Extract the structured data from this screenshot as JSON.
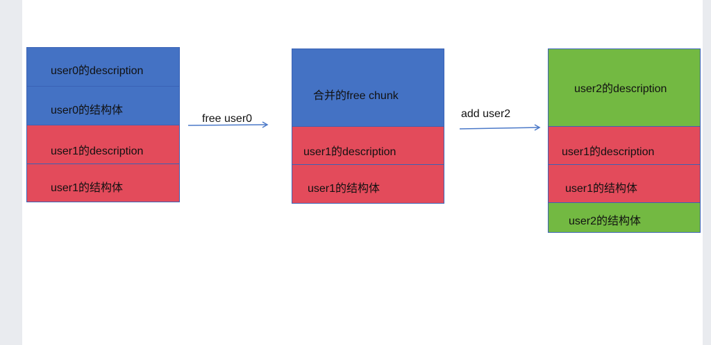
{
  "before": {
    "cells": [
      {
        "label": "user0的description",
        "color": "#4472c4"
      },
      {
        "label": "user0的结构体",
        "color": "#4472c4"
      },
      {
        "label": "user1的description",
        "color": "#e34b5b"
      },
      {
        "label": "user1的结构体",
        "color": "#e34b5b"
      }
    ]
  },
  "arrow1": {
    "label": "free user0"
  },
  "after_free": {
    "cells": [
      {
        "label": "合并的free chunk",
        "color": "#4472c4"
      },
      {
        "label": "user1的description",
        "color": "#e34b5b"
      },
      {
        "label": "user1的结构体",
        "color": "#e34b5b"
      }
    ]
  },
  "arrow2": {
    "label": "add user2"
  },
  "after_add": {
    "cells": [
      {
        "label": "user2的description",
        "color": "#73b942"
      },
      {
        "label": "user1的description",
        "color": "#e34b5b"
      },
      {
        "label": "user1的结构体",
        "color": "#e34b5b"
      },
      {
        "label": "user2的结构体",
        "color": "#73b942"
      }
    ]
  }
}
